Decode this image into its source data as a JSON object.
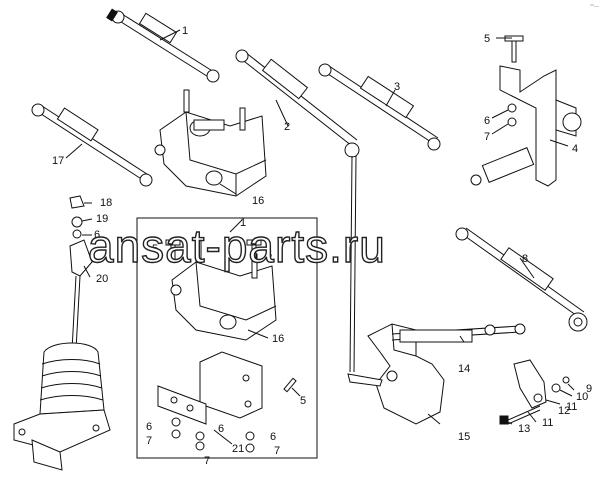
{
  "watermark": "ansat-parts.ru",
  "corner_mark": "°°—",
  "callouts": {
    "p1": "1",
    "p2": "2",
    "p3": "3",
    "p4": "4",
    "p5a": "5",
    "p6a": "6",
    "p7a": "7",
    "p8": "8",
    "p9": "9",
    "p10": "10",
    "p11a": "11",
    "p11b": "11",
    "p12": "12",
    "p13": "13",
    "p14": "14",
    "p15": "15",
    "p16a": "16",
    "p17": "17",
    "p18": "18",
    "p19": "19",
    "p20": "20",
    "p1b": "1",
    "p5b": "5",
    "p5c": "5",
    "p16b": "16",
    "p5d": "5",
    "p6b": "6",
    "p7b": "7",
    "p6c": "6",
    "p7c": "7",
    "p6d": "6",
    "p7d": "7",
    "p21": "21",
    "p6e": "6"
  }
}
